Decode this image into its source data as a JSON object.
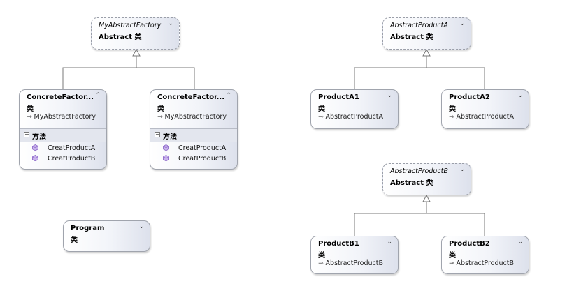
{
  "classes": {
    "my_abstract_factory": {
      "name": "MyAbstractFactory",
      "stereotype": "Abstract 类",
      "toggle": "⌄"
    },
    "abstract_product_a": {
      "name": "AbstractProductA",
      "stereotype": "Abstract 类",
      "toggle": "⌄"
    },
    "abstract_product_b": {
      "name": "AbstractProductB",
      "stereotype": "Abstract 类",
      "toggle": "⌄"
    },
    "concrete_factory_1": {
      "name": "ConcreteFactor...",
      "stereotype": "类",
      "base_arrow": "⇾",
      "base": "MyAbstractFactory",
      "toggle": "⌃",
      "section_label": "方法",
      "section_toggle": "−",
      "methods": [
        "CreatProductA",
        "CreatProductB"
      ]
    },
    "concrete_factory_2": {
      "name": "ConcreteFactor...",
      "stereotype": "类",
      "base_arrow": "⇾",
      "base": "MyAbstractFactory",
      "toggle": "⌃",
      "section_label": "方法",
      "section_toggle": "−",
      "methods": [
        "CreatProductA",
        "CreatProductB"
      ]
    },
    "product_a1": {
      "name": "ProductA1",
      "stereotype": "类",
      "base_arrow": "⇾",
      "base": "AbstractProductA",
      "toggle": "⌄"
    },
    "product_a2": {
      "name": "ProductA2",
      "stereotype": "类",
      "base_arrow": "⇾",
      "base": "AbstractProductA",
      "toggle": "⌄"
    },
    "product_b1": {
      "name": "ProductB1",
      "stereotype": "类",
      "base_arrow": "⇾",
      "base": "AbstractProductB",
      "toggle": "⌄"
    },
    "product_b2": {
      "name": "ProductB2",
      "stereotype": "类",
      "base_arrow": "⇾",
      "base": "AbstractProductB",
      "toggle": "⌄"
    },
    "program": {
      "name": "Program",
      "stereotype": "类",
      "toggle": "⌄"
    }
  },
  "colors": {
    "line": "#7a7a7a",
    "method_icon": "#9c7bd0",
    "border": "#a0a4ad"
  }
}
